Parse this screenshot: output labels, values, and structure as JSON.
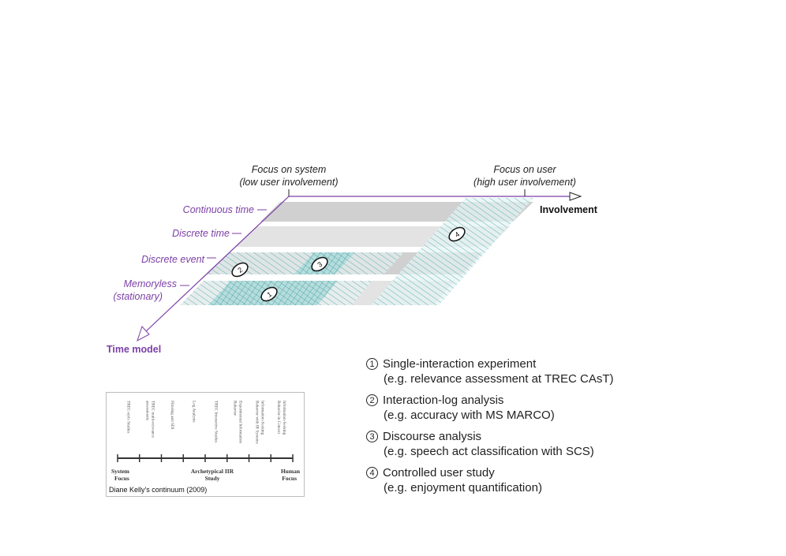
{
  "diagram": {
    "top_labels": {
      "system": [
        "Focus on system",
        "(low user involvement)"
      ],
      "user": [
        "Focus on user",
        "(high user involvement)"
      ]
    },
    "involvement_axis": "Involvement",
    "time_axis": "Time model",
    "time_levels": [
      {
        "label": [
          "Continuous time"
        ]
      },
      {
        "label": [
          "Discrete time"
        ]
      },
      {
        "label": [
          "Discrete event"
        ]
      },
      {
        "label": [
          "Memoryless",
          "(stationary)"
        ]
      }
    ],
    "markers": [
      "1",
      "2",
      "3",
      "4"
    ],
    "colors": {
      "purple": "#7b3fa6",
      "teal": "#3a9fa3",
      "teal_fill": "#b7dcdc",
      "band": "#dedede",
      "band_dark": "#d0d0d0"
    }
  },
  "legend": [
    {
      "num": "1",
      "title": "Single-interaction experiment",
      "example": "(e.g. relevance assessment at TREC CAsT)"
    },
    {
      "num": "2",
      "title": "Interaction-log analysis",
      "example": "(e.g. accuracy with MS MARCO)"
    },
    {
      "num": "3",
      "title": "Discourse analysis",
      "example": "(e.g. speech act classification with SCS)"
    },
    {
      "num": "4",
      "title": "Controlled user study",
      "example": "(e.g. enjoyment quantification)"
    }
  ],
  "kelly": {
    "caption": "Diane Kelly's continuum (2009)",
    "studies": [
      "TREC-style Studies",
      "TREC multi-relevance assessments",
      "Filtering and SDI",
      "Log Analysis",
      "TREC Interactive Studies",
      "Experimental Information Behavior",
      "Information-Seeking Behavior with IR Systems",
      "Information-Seeking Behavior in Context"
    ],
    "scale": {
      "left": [
        "System",
        "Focus"
      ],
      "middle": [
        "Archetypical IIR",
        "Study"
      ],
      "right": [
        "Human",
        "Focus"
      ]
    }
  }
}
